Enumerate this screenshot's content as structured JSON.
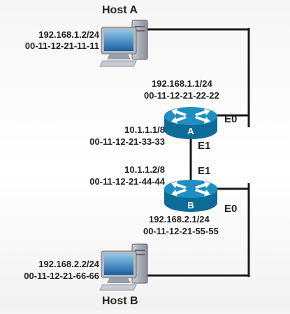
{
  "host_a": {
    "title": "Host A",
    "ip": "192.168.1.2/24",
    "mac": "00-11-12-21-11-11"
  },
  "host_b": {
    "title": "Host B",
    "ip": "192.168.2.2/24",
    "mac": "00-11-12-21-66-66"
  },
  "router_a": {
    "label": "A",
    "e0": {
      "name": "E0",
      "ip": "192.168.1.1/24",
      "mac": "00-11-12-21-22-22"
    },
    "e1": {
      "name": "E1",
      "ip": "10.1.1.1/8",
      "mac": "00-11-12-21-33-33"
    }
  },
  "router_b": {
    "label": "B",
    "e1": {
      "name": "E1",
      "ip": "10.1.1.2/8",
      "mac": "00-11-12-21-44-44"
    },
    "e0": {
      "name": "E0",
      "ip": "192.168.2.1/24",
      "mac": "00-11-12-21-55-55"
    }
  },
  "colors": {
    "router": "#1f8fc2",
    "router_dark": "#0d6b98",
    "link": "#1a1a1a"
  }
}
